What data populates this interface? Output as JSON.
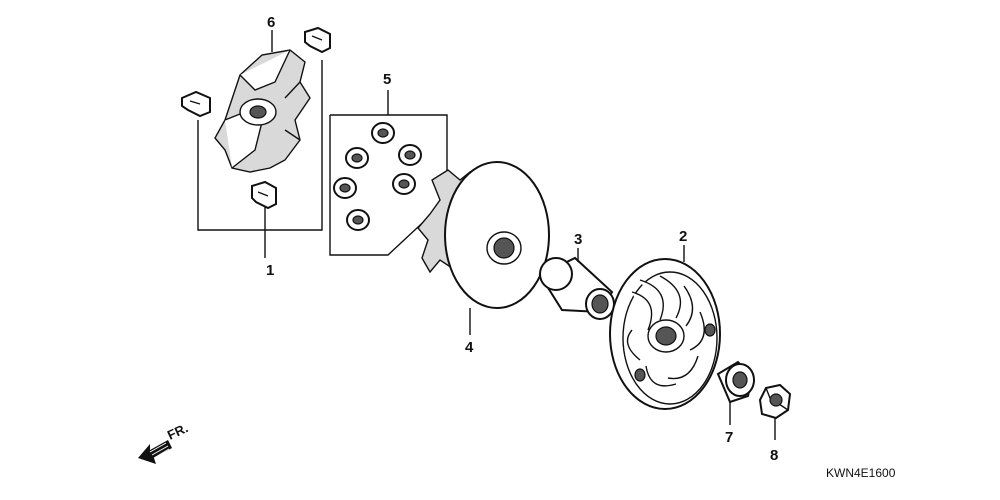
{
  "callouts": {
    "p1": "1",
    "p2": "2",
    "p3": "3",
    "p4": "4",
    "p5": "5",
    "p6": "6",
    "p7": "7",
    "p8": "8"
  },
  "direction_label": "FR.",
  "diagram_code": "KWN4E1600"
}
